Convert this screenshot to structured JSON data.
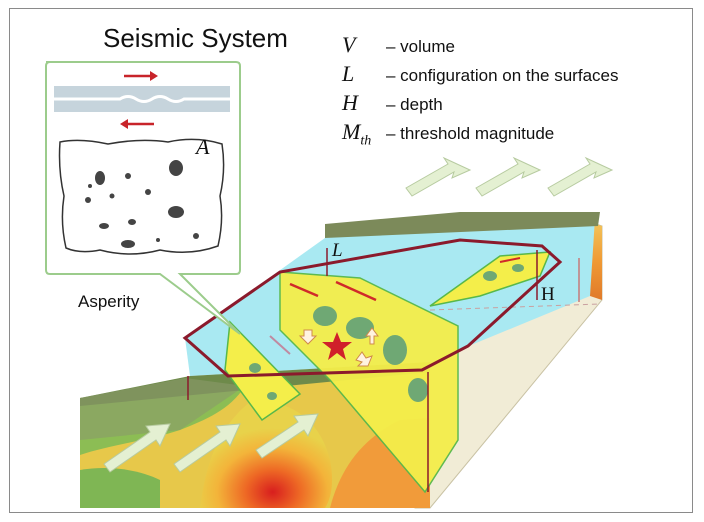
{
  "title": "Seismic System",
  "legend": [
    {
      "symbol": "V",
      "description": "– volume"
    },
    {
      "symbol": "L",
      "description": "– configuration on the surfaces"
    },
    {
      "symbol": "H",
      "description": "– depth"
    },
    {
      "symbol": "M",
      "subscript": "th",
      "description": "– threshold magnitude"
    }
  ],
  "inset": {
    "label": "Asperity",
    "area_label": "A"
  },
  "block_labels": {
    "L": "L",
    "H": "H"
  },
  "colors": {
    "sea": "#a9e9f2",
    "fault_plane": "#f4ee4a",
    "asperity_patch": "#6fa874",
    "outline": "#8b1a2c",
    "stress_arrow": "#e4f0d2",
    "inset_border": "#9ccc8c"
  }
}
